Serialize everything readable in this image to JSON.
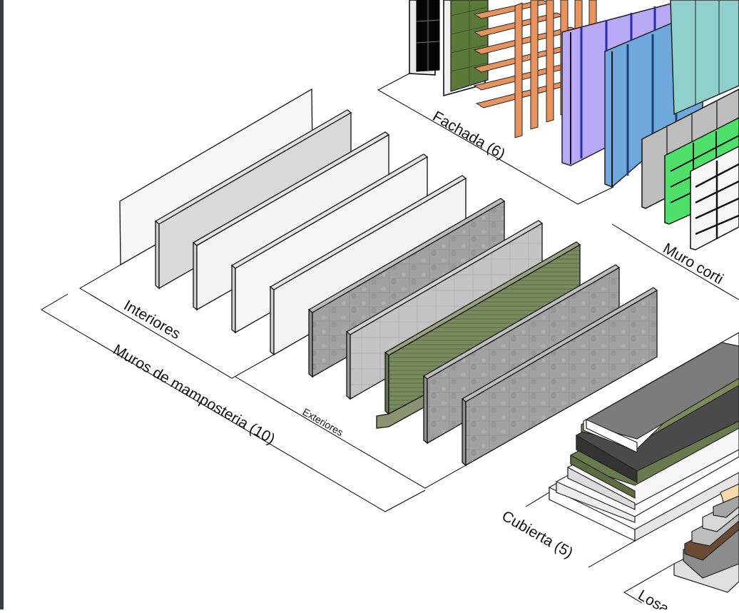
{
  "labels": {
    "fachada": "Fachada (6)",
    "muro_cortina": "Muro corti",
    "interiores": "Interiores",
    "muros_mamposteria": "Muros de mamposteria (10)",
    "exteriores": "Exteriores",
    "cubierta": "Cubierta (5)",
    "losas": "Losa"
  },
  "colors": {
    "wood": "#e8935e",
    "green_panel": "#5b7a3a",
    "glass_purple": "#b7a9f5",
    "glass_blue": "#6fa8dc",
    "glass_teal": "#8fd0cc",
    "bright_green": "#4ee06a",
    "concrete": "#9a9a9a",
    "white_wall": "#f3f3f3",
    "frame_dark": "#111111"
  }
}
